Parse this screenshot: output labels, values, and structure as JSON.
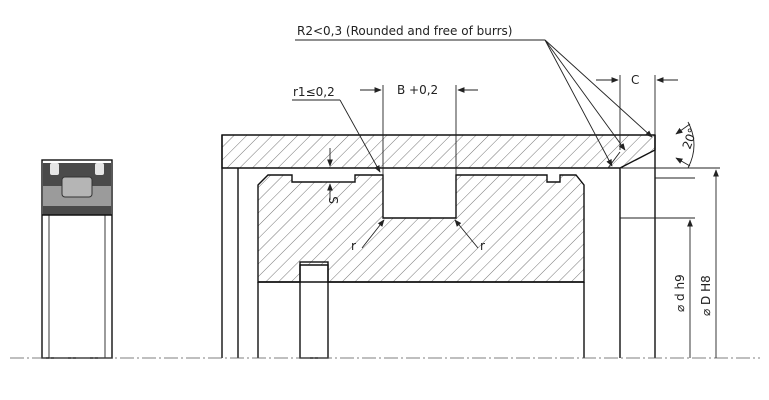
{
  "labels": {
    "radius_note": "R2<0,3 (Rounded and free of burrs)",
    "chamfer_length": "C",
    "chamfer_angle": "20°",
    "fillet_radius": "r1≤0,2",
    "groove_width": "B +0,2",
    "step_depth": "S",
    "groove_radius_left": "r",
    "groove_radius_right": "r",
    "rod_diameter": "⌀ d h9",
    "bore_diameter": "⌀ D H8"
  },
  "colors": {
    "line": "#111111",
    "hatch": "#555555",
    "seal_body": "#4a4a4a",
    "seal_lip": "#9b9b9b",
    "seal_light": "#e6e6e6"
  }
}
